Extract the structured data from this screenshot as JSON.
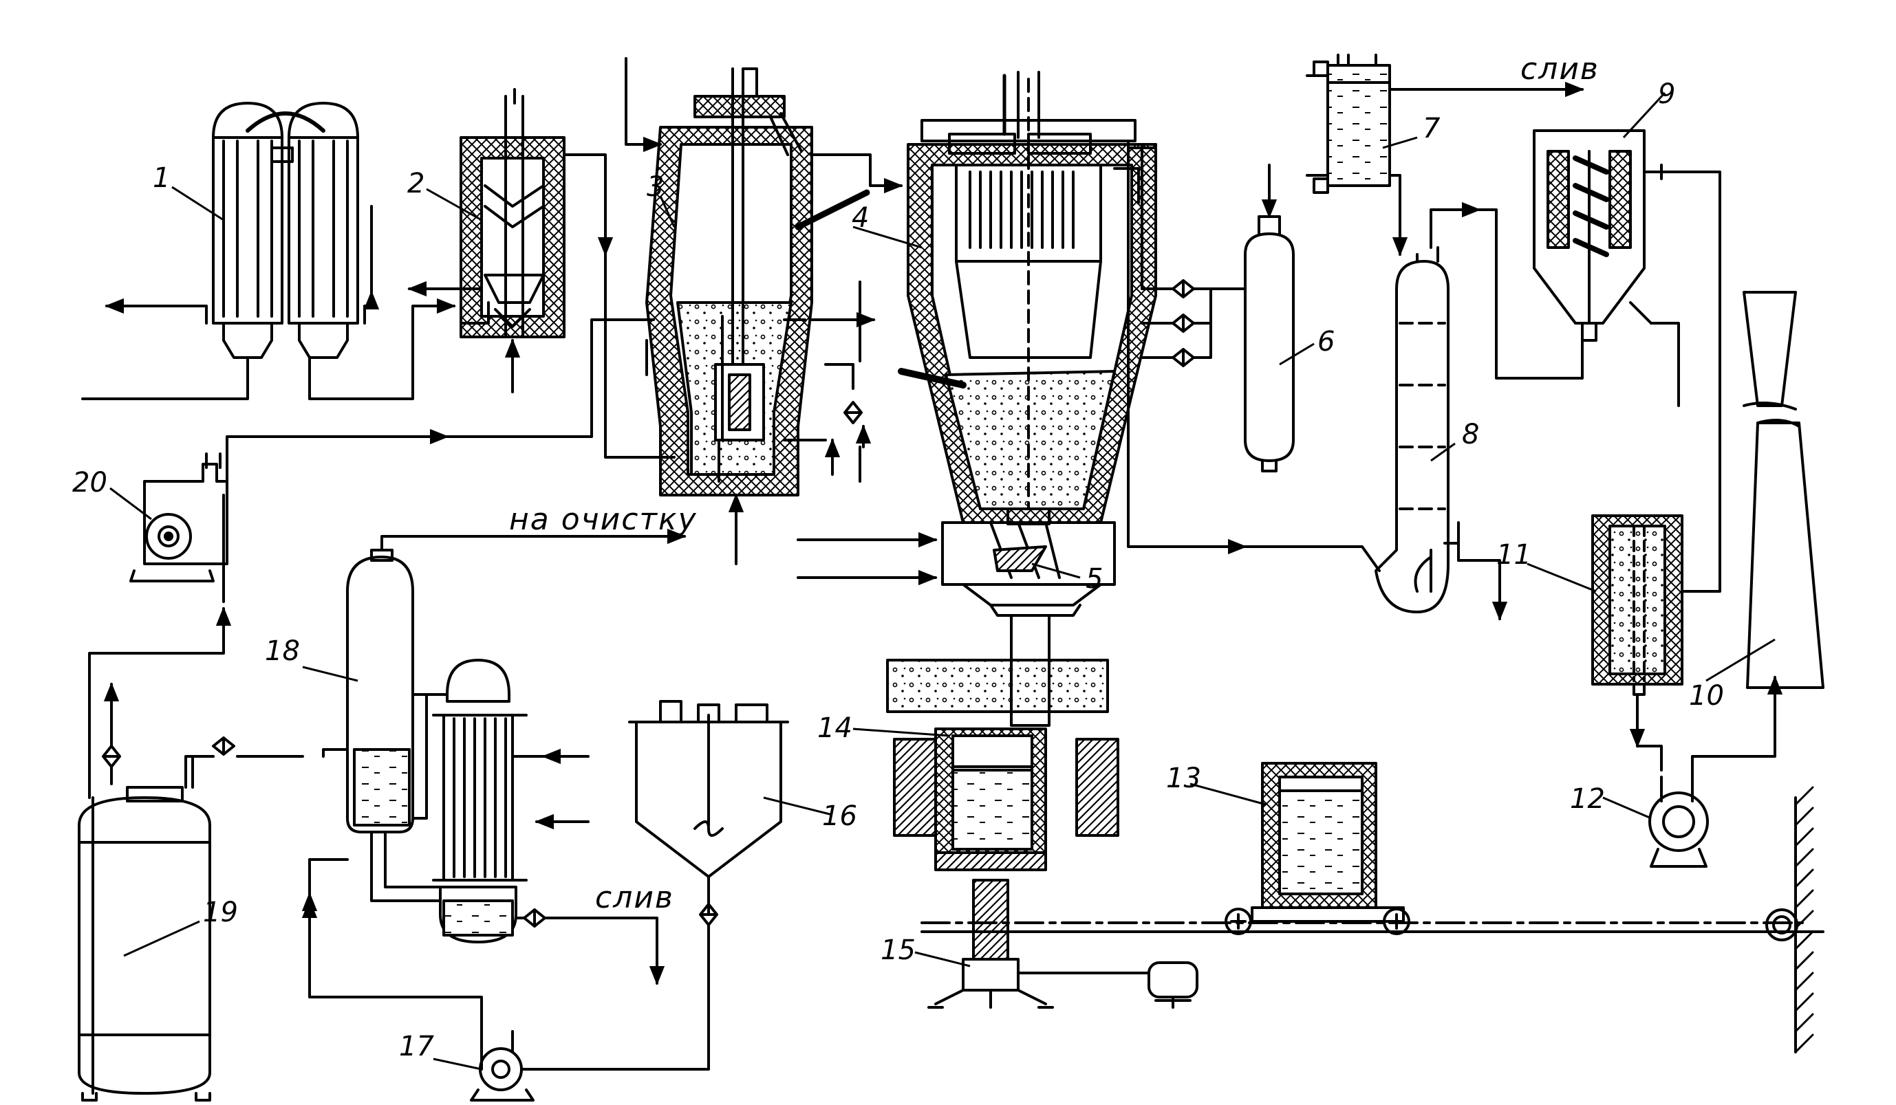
{
  "labels": {
    "drain_top": "слив",
    "drain_bottom": "слив",
    "to_cleaning": "на очистку",
    "n1": "1",
    "n2": "2",
    "n3": "3",
    "n4": "4",
    "n5": "5",
    "n6": "6",
    "n7": "7",
    "n8": "8",
    "n9": "9",
    "n10": "10",
    "n11": "11",
    "n12": "12",
    "n13": "13",
    "n14": "14",
    "n15": "15",
    "n16": "16",
    "n17": "17",
    "n18": "18",
    "n19": "19",
    "n20": "20"
  },
  "colors": {
    "ink": "#000000",
    "paper": "#ffffff"
  },
  "icons": [
    "heat-exchanger",
    "reactor-chlorinator",
    "electrolyzer",
    "shaft-furnace",
    "vacuum-vessel",
    "separator",
    "pump",
    "condenser",
    "filter",
    "smokestack",
    "fan",
    "crucible",
    "valve",
    "mixer",
    "receiver-tank"
  ]
}
